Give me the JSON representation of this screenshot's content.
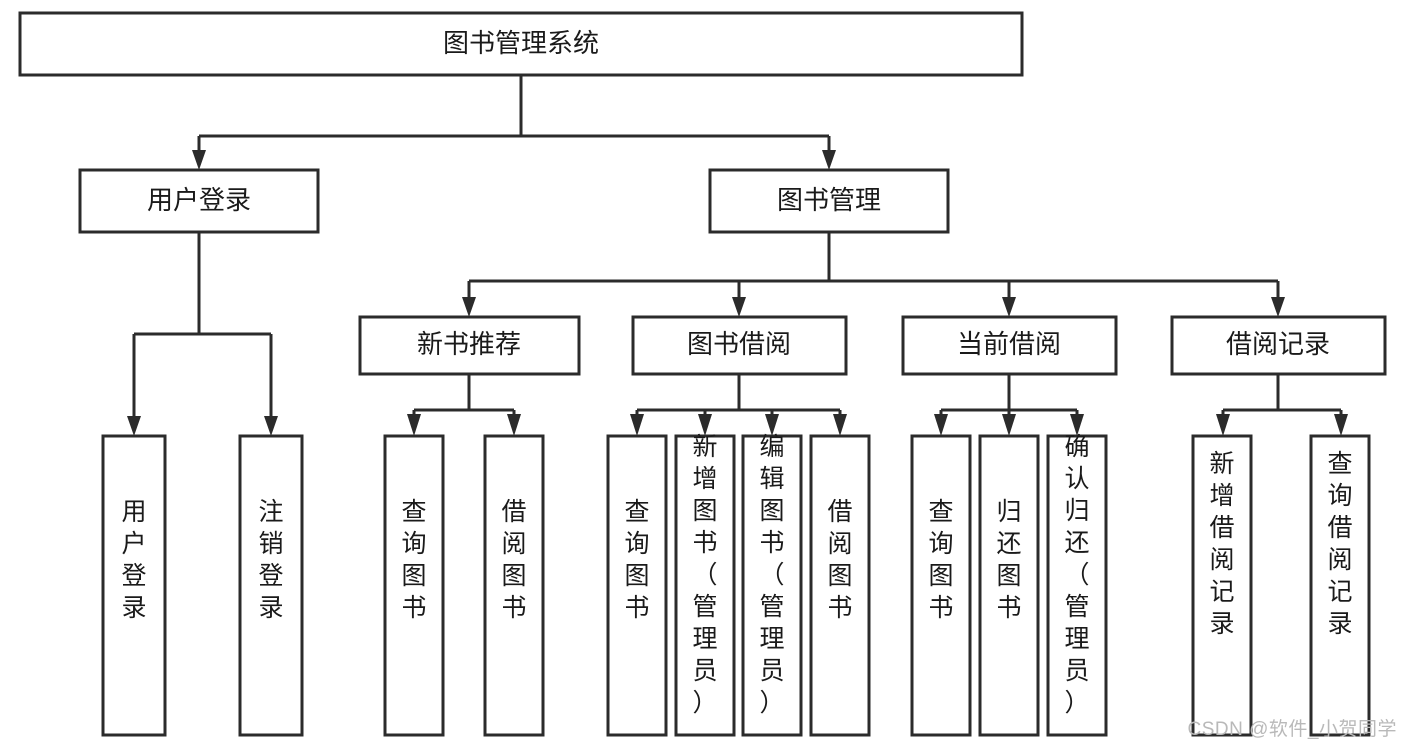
{
  "diagram": {
    "title_node": {
      "label": "图书管理系统"
    },
    "colors": {
      "stroke": "#2b2b2b",
      "box_fill": "#ffffff",
      "text": "#1a1a1a",
      "background": "#ffffff",
      "watermark": "#b9b9b9"
    },
    "level2": [
      {
        "id": "user-login",
        "label": "用户登录"
      },
      {
        "id": "book-management",
        "label": "图书管理"
      }
    ],
    "level3": [
      {
        "id": "new-book-recommend",
        "label": "新书推荐"
      },
      {
        "id": "book-borrow",
        "label": "图书借阅"
      },
      {
        "id": "current-borrow",
        "label": "当前借阅"
      },
      {
        "id": "borrow-record",
        "label": "借阅记录"
      }
    ],
    "leaves": {
      "user_login": [
        {
          "id": "leaf-user-login",
          "label": "用户登录"
        },
        {
          "id": "leaf-logout-login",
          "label": "注销登录"
        }
      ],
      "new_book_recommend": [
        {
          "id": "leaf-query-book-1",
          "label": "查询图书"
        },
        {
          "id": "leaf-borrow-book-1",
          "label": "借阅图书"
        }
      ],
      "book_borrow": [
        {
          "id": "leaf-query-book-2",
          "label": "查询图书"
        },
        {
          "id": "leaf-add-book",
          "label": "新增图书（管理员）"
        },
        {
          "id": "leaf-edit-book",
          "label": "编辑图书（管理员）"
        },
        {
          "id": "leaf-borrow-book-2",
          "label": "借阅图书"
        }
      ],
      "current_borrow": [
        {
          "id": "leaf-query-book-3",
          "label": "查询图书"
        },
        {
          "id": "leaf-return-book",
          "label": "归还图书"
        },
        {
          "id": "leaf-confirm-return",
          "label": "确认归还（管理员）"
        }
      ],
      "borrow_record": [
        {
          "id": "leaf-add-record",
          "label": "新增借阅记录"
        },
        {
          "id": "leaf-query-record",
          "label": "查询借阅记录"
        }
      ]
    }
  },
  "watermark": {
    "text": "CSDN @软件_小贺同学"
  }
}
